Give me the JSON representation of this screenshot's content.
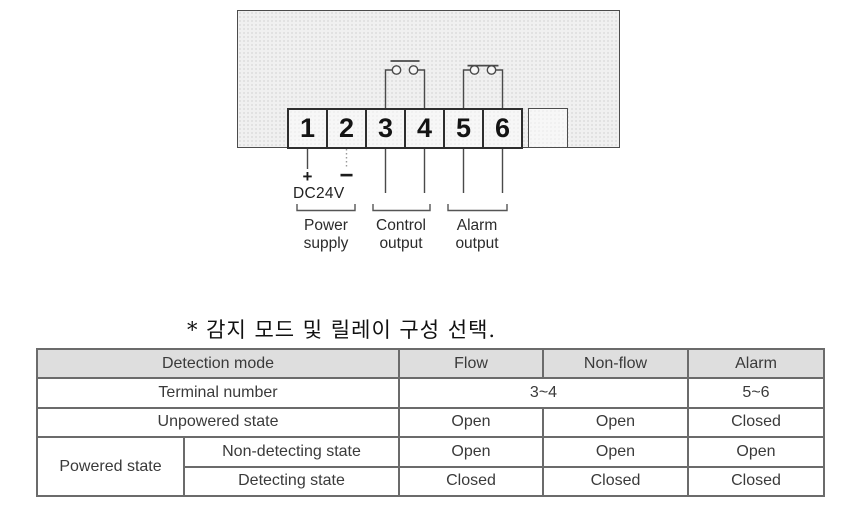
{
  "diagram": {
    "terminals": [
      "1",
      "2",
      "3",
      "4",
      "5",
      "6"
    ],
    "plus": "+",
    "minus": "−",
    "supply_voltage": "DC24V",
    "groups": [
      {
        "line1": "Power",
        "line2": "supply"
      },
      {
        "line1": "Control",
        "line2": "output"
      },
      {
        "line1": "Alarm",
        "line2": "output"
      }
    ],
    "icons": {
      "ground": "earth-ground-icon",
      "contact_3_4": "relay-contact-open",
      "contact_5_6": "relay-contact-closed"
    }
  },
  "note": "* 감지 모드 및 릴레이 구성 선택.",
  "table": {
    "headers": {
      "detection_mode": "Detection mode",
      "flow": "Flow",
      "non_flow": "Non-flow",
      "alarm": "Alarm"
    },
    "terminal_row": {
      "label": "Terminal number",
      "flow_nonflow": "3~4",
      "alarm": "5~6"
    },
    "unpowered_row": {
      "label": "Unpowered state",
      "flow": "Open",
      "non_flow": "Open",
      "alarm": "Closed"
    },
    "powered_label": "Powered state",
    "non_detecting_row": {
      "label": "Non-detecting state",
      "flow": "Open",
      "non_flow": "Open",
      "alarm": "Open"
    },
    "detecting_row": {
      "label": "Detecting state",
      "flow": "Closed",
      "non_flow": "Closed",
      "alarm": "Closed"
    }
  },
  "colors": {
    "device_box_fill": "#f0f0f0",
    "line": "#4a4a4a",
    "table_border": "#6b6b6b",
    "table_header_bg": "#dedede"
  }
}
